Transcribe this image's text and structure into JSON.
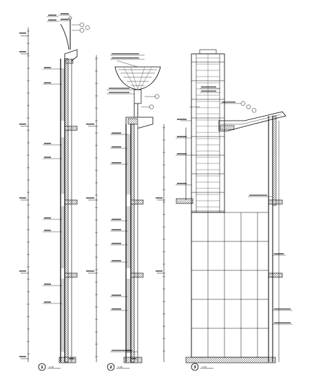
{
  "drawing": {
    "sections": [
      {
        "number": "1",
        "scale": "1:30"
      },
      {
        "number": "2",
        "scale": "1:30"
      },
      {
        "number": "3",
        "scale": "1:30"
      }
    ]
  }
}
